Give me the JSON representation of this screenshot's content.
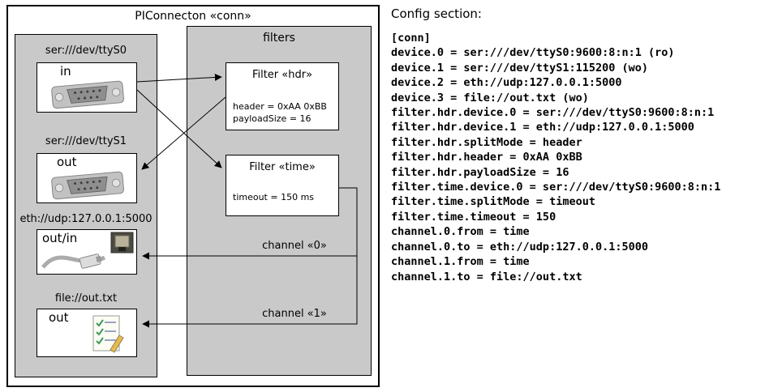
{
  "diagram": {
    "title": "PIConnecton «conn»",
    "filters_title": "filters",
    "devices": [
      {
        "uri": "ser:///dev/ttyS0",
        "mode": "in",
        "icon": "serial-connector"
      },
      {
        "uri": "ser:///dev/ttyS1",
        "mode": "out",
        "icon": "serial-connector"
      },
      {
        "uri": "eth://udp:127.0.0.1:5000",
        "mode": "out/in",
        "icon": "ethernet-plug"
      },
      {
        "uri": "file://out.txt",
        "mode": "out",
        "icon": "document-checklist"
      }
    ],
    "filters": [
      {
        "title": "Filter «hdr»",
        "params": [
          "header = 0xAA 0xBB",
          "payloadSize = 16"
        ]
      },
      {
        "title": "Filter «time»",
        "params": [
          "timeout = 150 ms"
        ]
      }
    ],
    "channels": [
      {
        "label": "channel «0»"
      },
      {
        "label": "channel «1»"
      }
    ]
  },
  "config": {
    "heading": "Config section:",
    "lines": [
      "[conn]",
      "device.0 = ser:///dev/ttyS0:9600:8:n:1 (ro)",
      "device.1 = ser:///dev/ttyS1:115200 (wo)",
      "device.2 = eth://udp:127.0.0.1:5000",
      "device.3 = file://out.txt (wo)",
      "filter.hdr.device.0 = ser:///dev/ttyS0:9600:8:n:1",
      "filter.hdr.device.1 = eth://udp:127.0.0.1:5000",
      "filter.hdr.splitMode = header",
      "filter.hdr.header = 0xAA 0xBB",
      "filter.hdr.payloadSize = 16",
      "filter.time.device.0 = ser:///dev/ttyS0:9600:8:n:1",
      "filter.time.splitMode = timeout",
      "filter.time.timeout = 150",
      "channel.0.from = time",
      "channel.0.to = eth://udp:127.0.0.1:5000",
      "channel.1.from = time",
      "channel.1.to = file://out.txt"
    ]
  },
  "colors": {
    "panel_gray": "#c9c9c9",
    "line_black": "#000000",
    "background": "#ffffff"
  }
}
